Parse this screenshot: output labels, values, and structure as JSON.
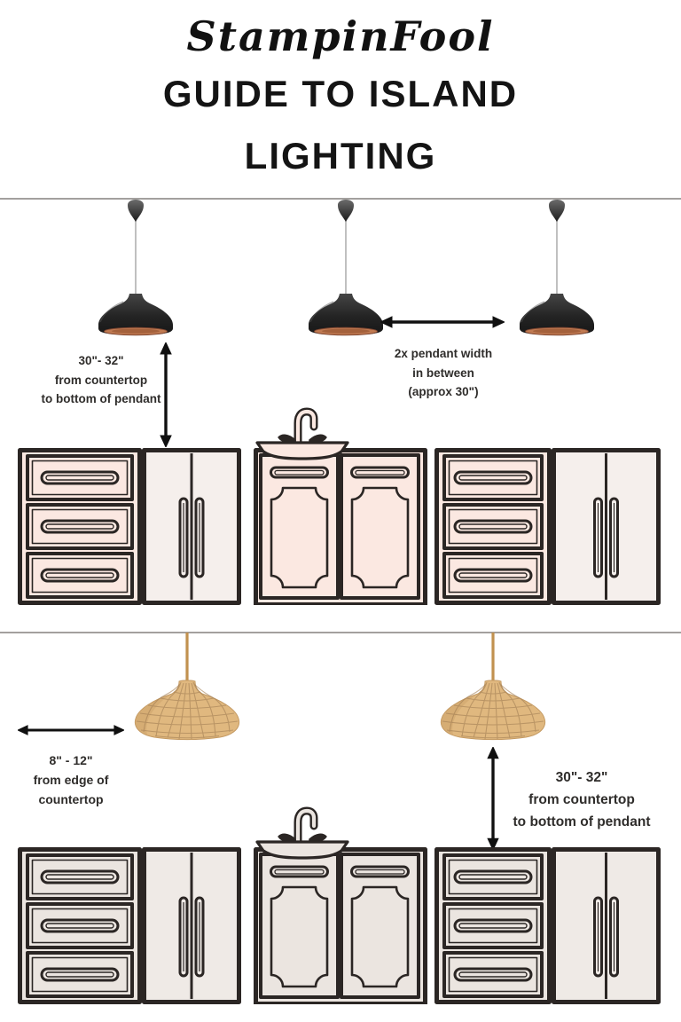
{
  "header": {
    "brand": "StampinFool",
    "title_line1": "GUIDE TO ISLAND",
    "title_line2": "LIGHTING"
  },
  "diagram1": {
    "name": "black pendants over island",
    "height_note": {
      "line1": "30\"- 32\"",
      "line2": "from countertop",
      "line3": "to bottom of pendant"
    },
    "spacing_note": {
      "line1": "2x pendant width",
      "line2": "in between",
      "line3": "(approx 30\")"
    }
  },
  "diagram2": {
    "name": "rattan pendants over island",
    "edge_note": {
      "line1": "8\" - 12\"",
      "line2": "from edge of",
      "line3": "countertop"
    },
    "height_note": {
      "line1": "30\"- 32\"",
      "line2": "from countertop",
      "line3": "to bottom of pendant"
    }
  },
  "colors": {
    "cabinet_pink_face": "#fbe8e1",
    "cabinet_pink_door": "#f5efec",
    "cabinet_beige_face": "#ebe5e0",
    "cabinet_beige_door": "#efeae6",
    "outline": "#2b2624",
    "pendant_black": "#222222",
    "pendant_copper": "#c07a52",
    "rattan": "#e0b87f",
    "cord_gray": "#b0b0b0",
    "cord_tan": "#c1914f",
    "arrow": "#101010",
    "divider": "#a3a09e"
  }
}
